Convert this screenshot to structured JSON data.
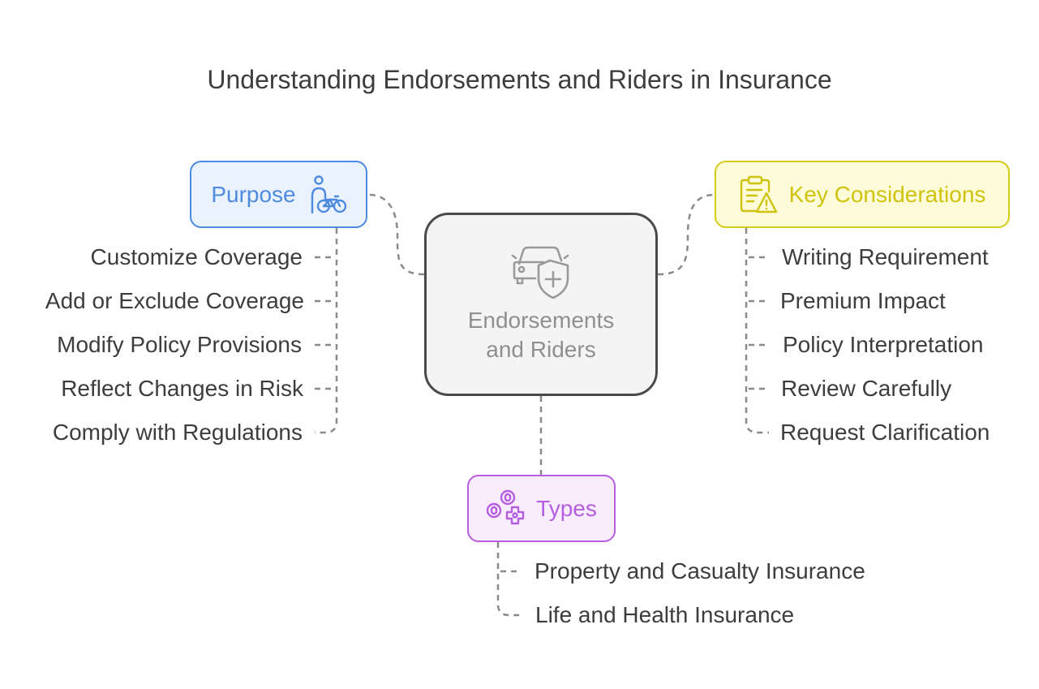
{
  "title": "Understanding Endorsements and Riders in Insurance",
  "center": {
    "line1": "Endorsements",
    "line2": "and Riders",
    "icon": "car-shield-icon"
  },
  "purpose": {
    "label": "Purpose",
    "icon": "person-bicycle-icon",
    "items": [
      "Customize Coverage",
      "Add or Exclude Coverage",
      "Modify Policy Provisions",
      "Reflect Changes in Risk",
      "Comply with Regulations"
    ]
  },
  "key_considerations": {
    "label": "Key Considerations",
    "icon": "clipboard-warning-icon",
    "items": [
      "Writing Requirement",
      "Premium Impact",
      "Policy Interpretation",
      "Review Carefully",
      "Request Clarification"
    ]
  },
  "types": {
    "label": "Types",
    "icon": "coins-plus-icon",
    "items": [
      "Property and Casualty Insurance",
      "Life and Health Insurance"
    ]
  },
  "colors": {
    "purpose": "#4d8ae0",
    "key_considerations": "#d6cc18",
    "types": "#b75fe0",
    "center_border": "#4a4a4a",
    "connector": "#8a8a8a"
  }
}
